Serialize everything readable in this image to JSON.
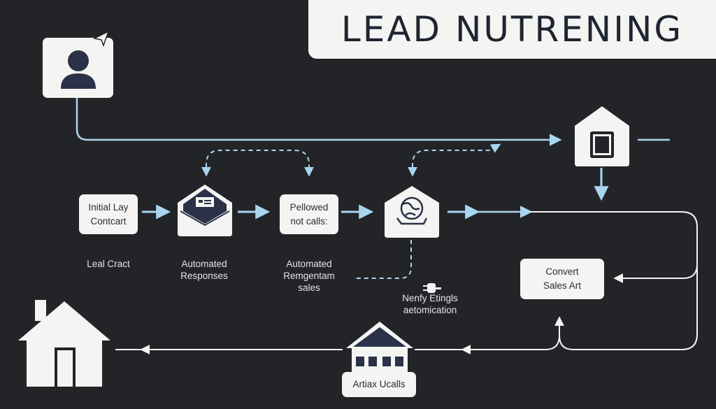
{
  "title": "LEAD NUTRENING",
  "colors": {
    "background": "#232428",
    "card": "#f4f4f2",
    "flow_line": "#a9d6ef",
    "white_line": "#f4f4f2",
    "icon_dark": "#2a3148"
  },
  "nodes": {
    "initial_contact": {
      "line1": "Initial Lay",
      "line2": "Contcart"
    },
    "pellowed": {
      "line1": "Pellowed",
      "line2": "not calls:"
    },
    "convert": {
      "line1": "Convert",
      "line2": "Sales Art"
    },
    "artiax": {
      "label": "Artiax Ucalls"
    }
  },
  "labels": {
    "leal_cract": "Leal Cract",
    "automated_responses": {
      "line1": "Automated",
      "line2": "Responses"
    },
    "automated_remgentam": {
      "line1": "Automated",
      "line2": "Remgentam",
      "line3": "sales"
    },
    "nenfy": {
      "line1": "Nenfy Etingls",
      "line2": "aetomication"
    }
  },
  "icons": {
    "user": "user-icon",
    "email": "email-icon",
    "globe": "globe-icon",
    "phone": "phone-icon",
    "house": "house-icon",
    "warehouse": "warehouse-icon",
    "plug": "plug-icon"
  }
}
